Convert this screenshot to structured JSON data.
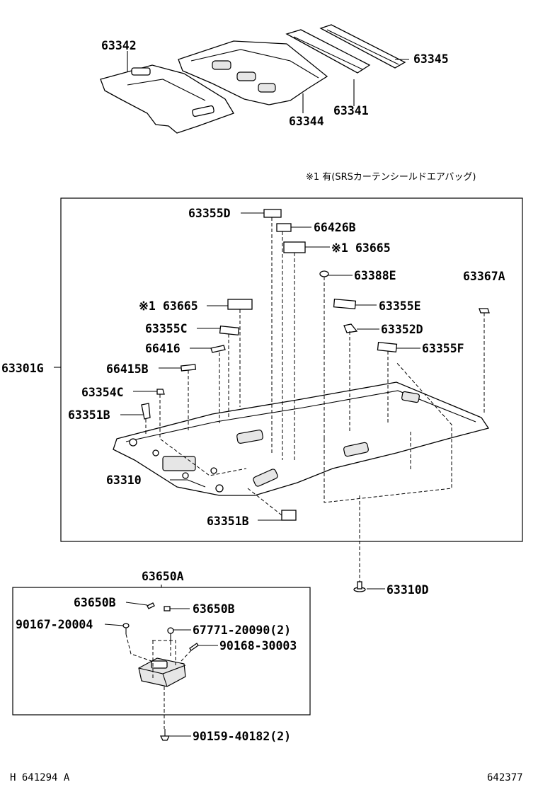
{
  "labels": {
    "p63342": "63342",
    "p63345": "63345",
    "p63341": "63341",
    "p63344": "63344",
    "p63355D": "63355D",
    "p66426B": "66426B",
    "p63665_top": "63665",
    "p63388E": "63388E",
    "p63367A": "63367A",
    "p63665_left": "63665",
    "p63355E": "63355E",
    "p63355C": "63355C",
    "p63352D": "63352D",
    "p66416": "66416",
    "p63355F": "63355F",
    "p63301G": "63301G",
    "p66415B": "66415B",
    "p63354C": "63354C",
    "p63351B_left": "63351B",
    "p63310": "63310",
    "p63351B_bottom": "63351B",
    "p63310D": "63310D",
    "p63650A": "63650A",
    "p63650B_left": "63650B",
    "p63650B_right": "63650B",
    "p90167": "90167-20004",
    "p67771": "67771-20090(2)",
    "p90168": "90168-30003",
    "p90159": "90159-40182(2)"
  },
  "marks": {
    "ref1": "※1",
    "ref1_b": "※1"
  },
  "note": "※1 有(SRSカーテンシールドエアバッグ)",
  "footer": {
    "left_code": "H 641294 A",
    "right_code": "642377"
  }
}
